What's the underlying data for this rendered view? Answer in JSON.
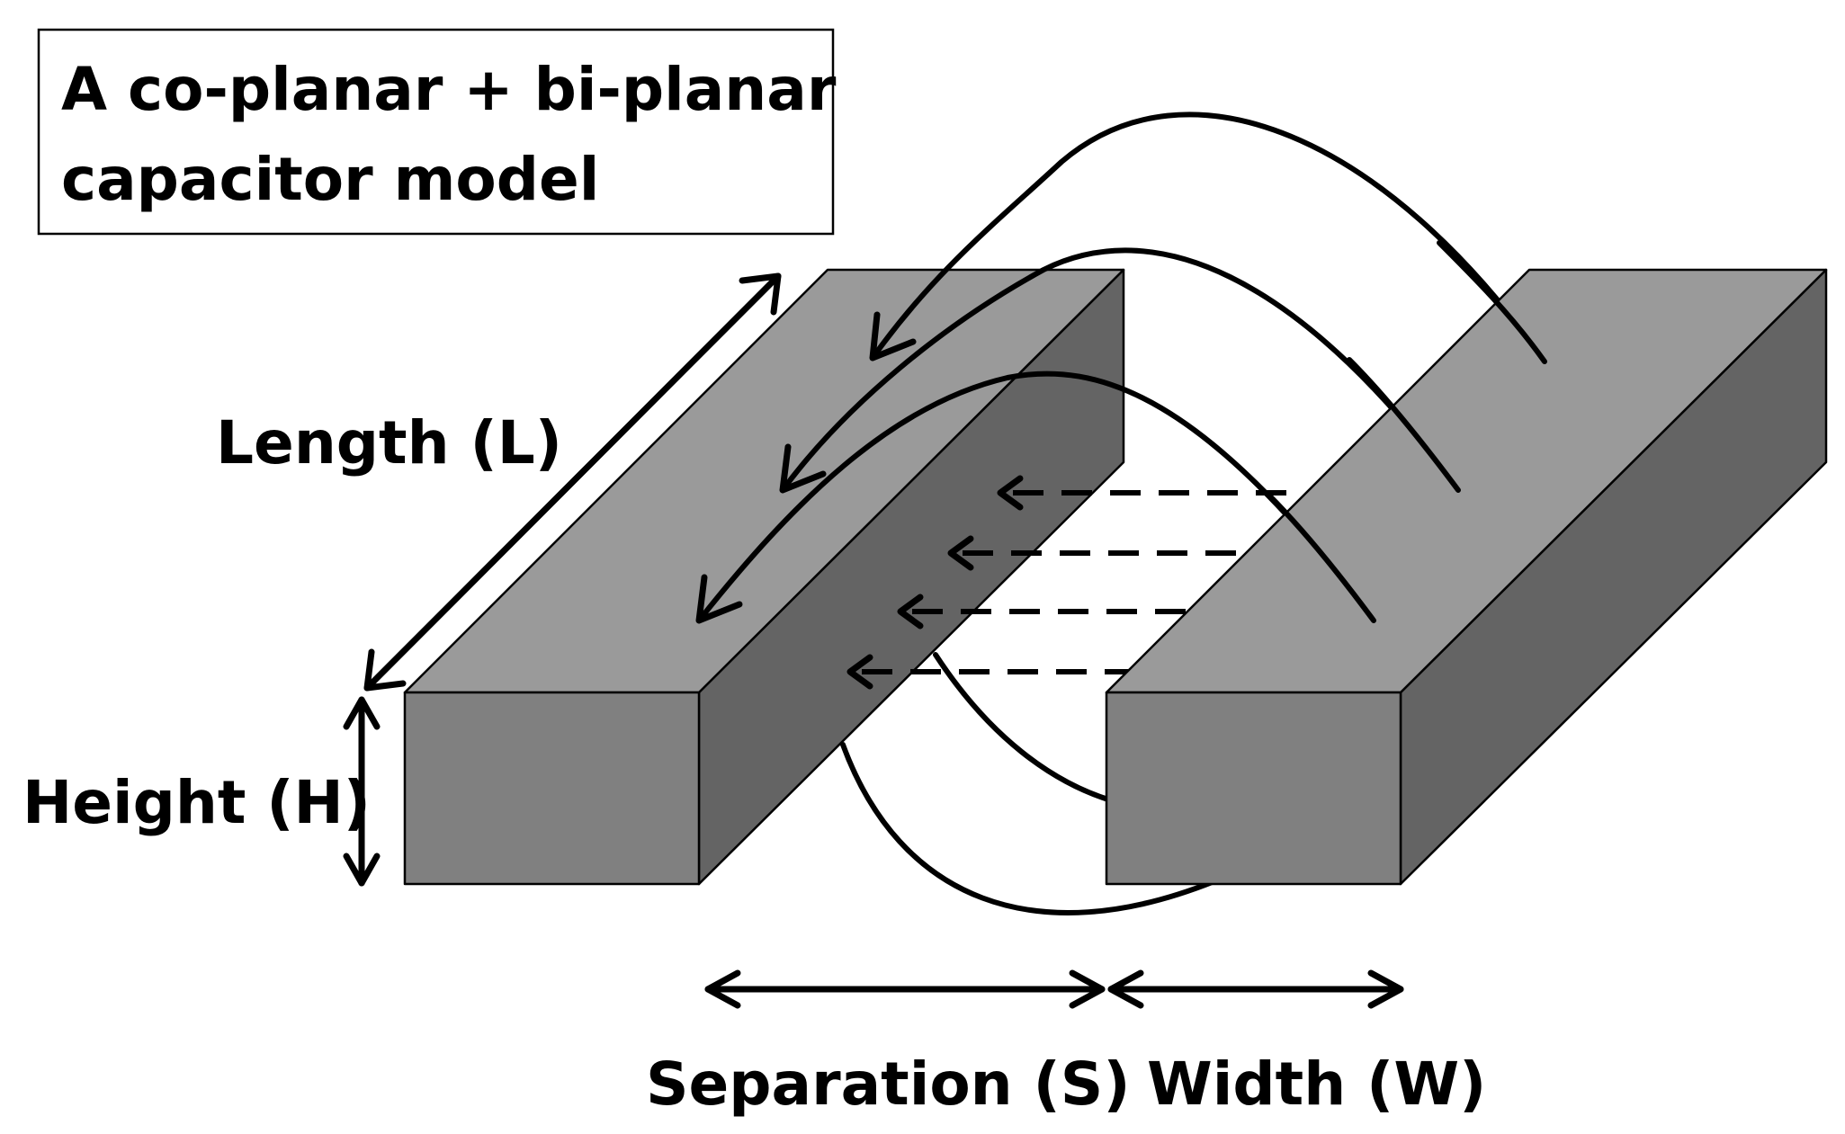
{
  "title": {
    "line1": "A co-planar + bi-planar",
    "line2": "capacitor model"
  },
  "labels": {
    "length": "Length (L)",
    "height": "Height (H)",
    "separation": "Separation (S)",
    "width": "Width (W)"
  },
  "colors": {
    "block_front": "#808080",
    "block_top": "#9a9a9a",
    "block_side": "#646464",
    "line": "#000000",
    "background": "#ffffff"
  }
}
